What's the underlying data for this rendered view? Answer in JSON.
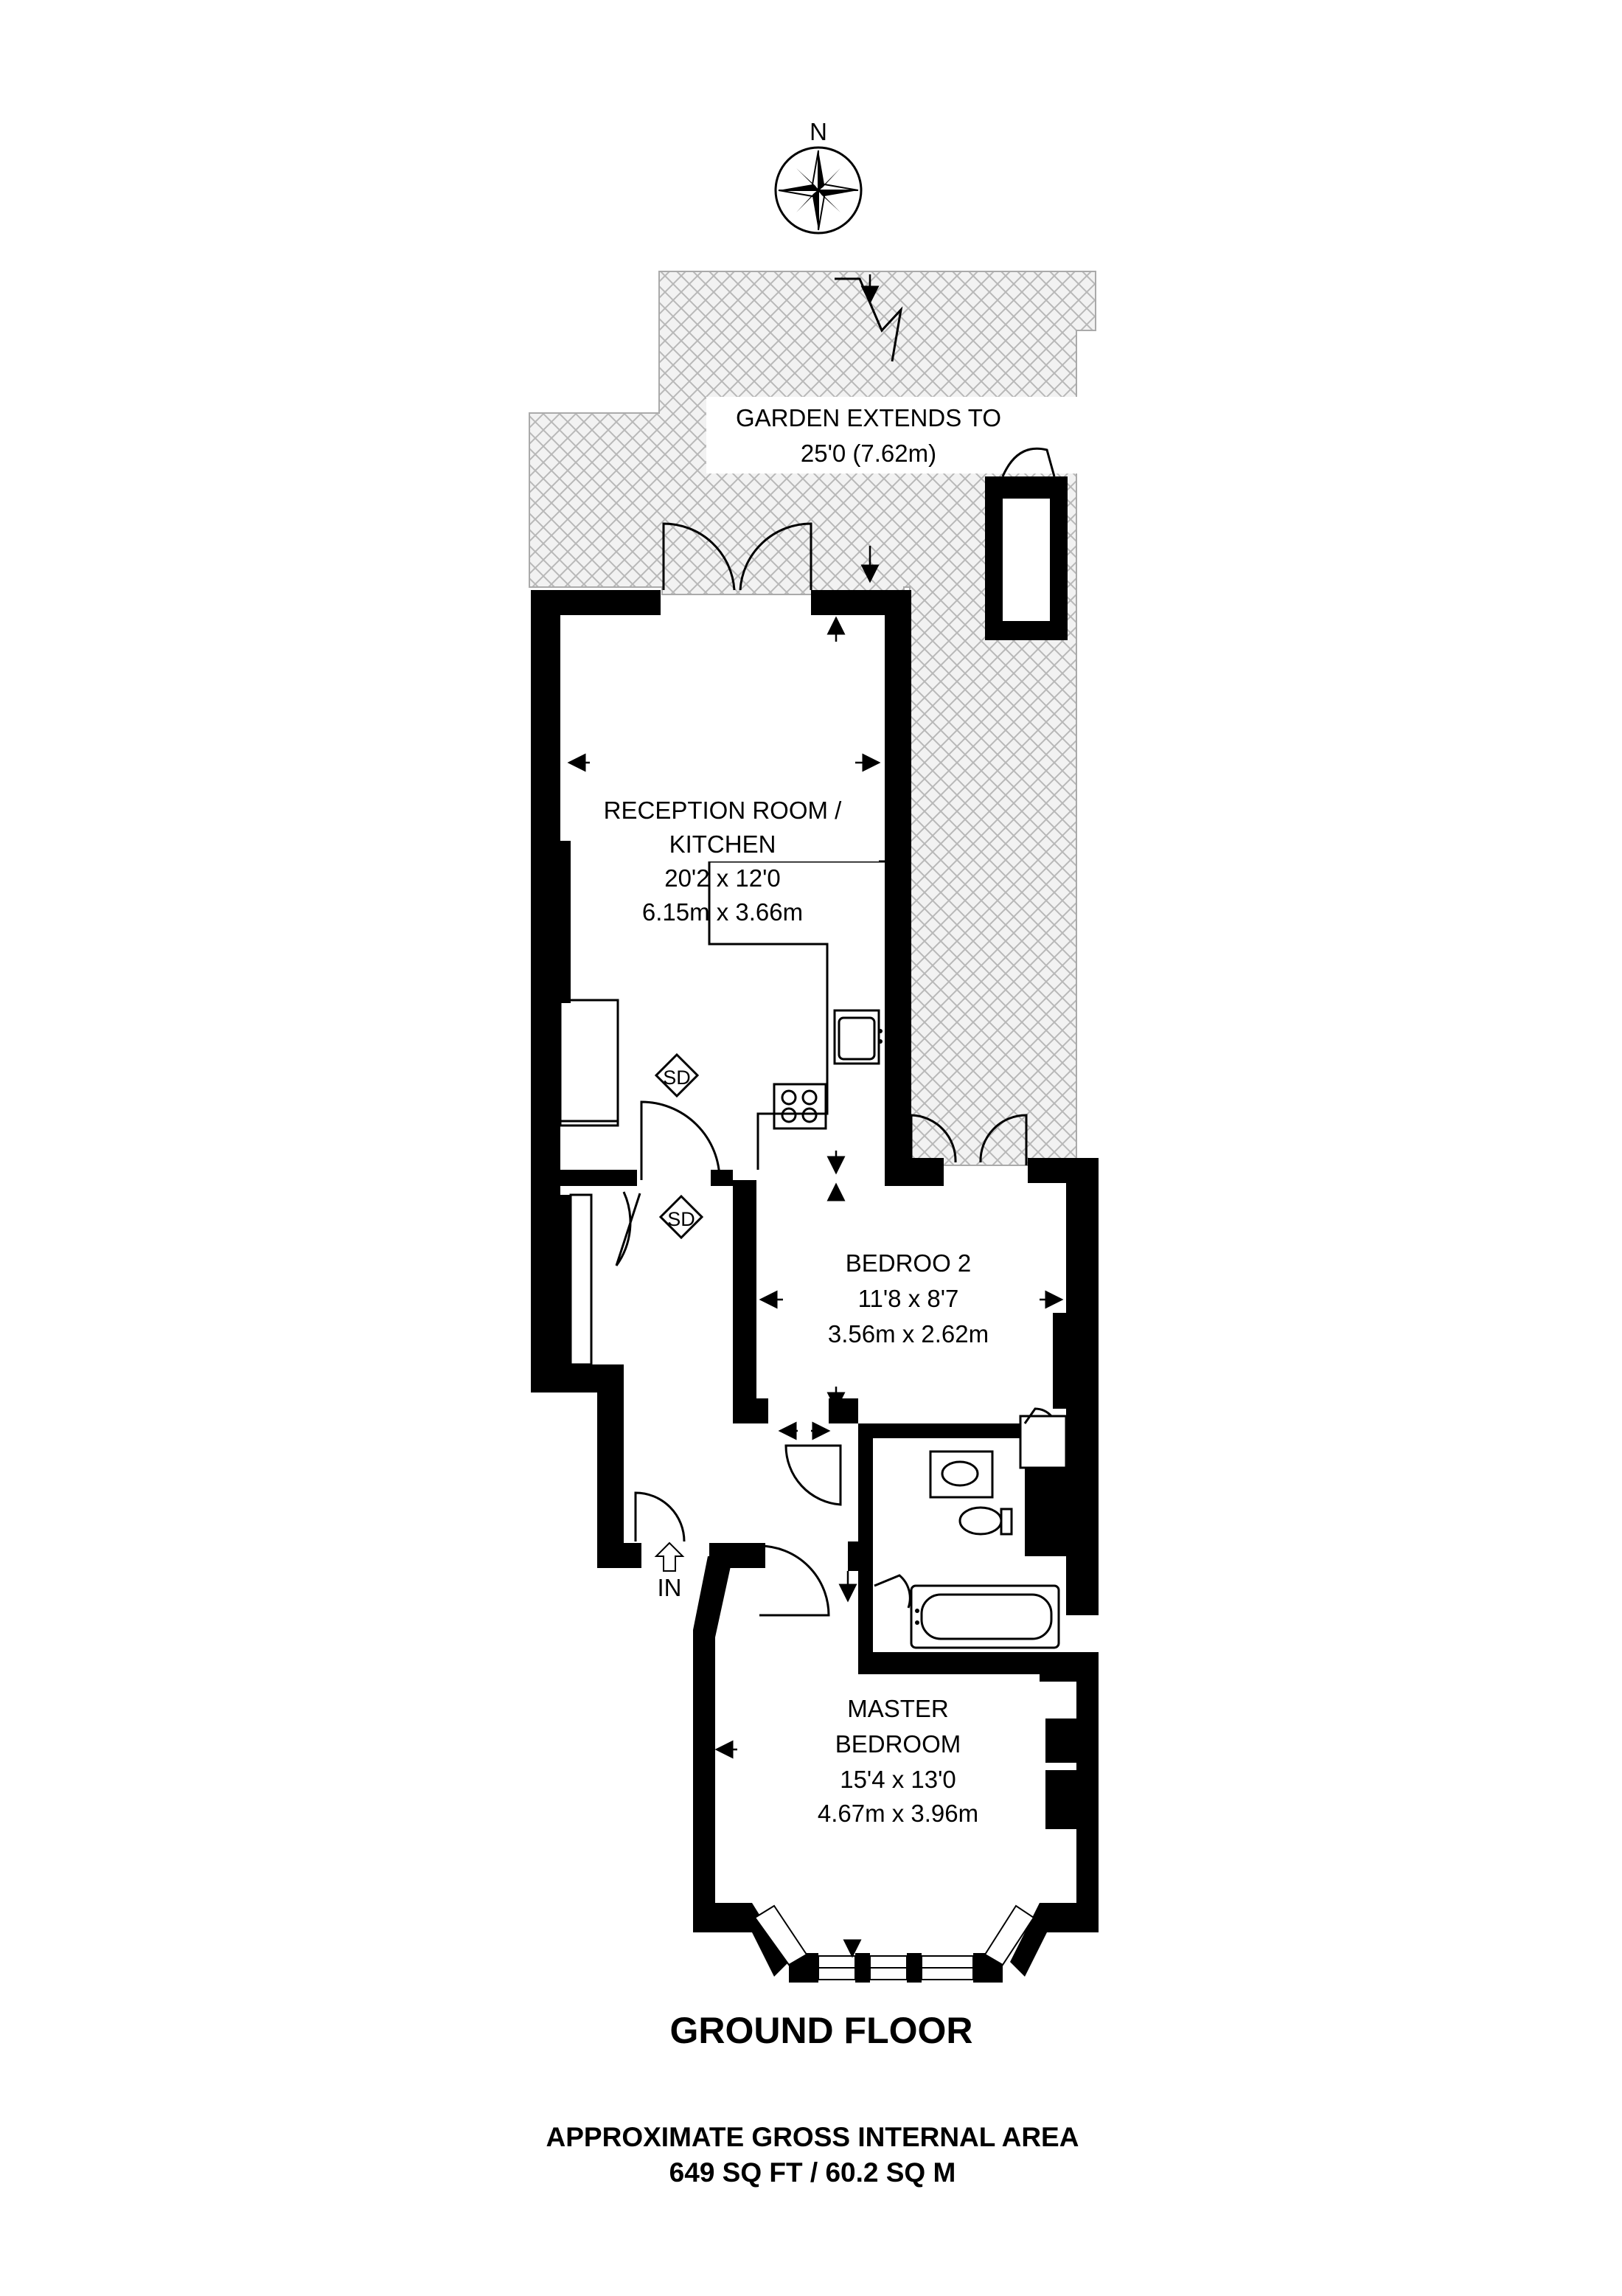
{
  "compass": {
    "label": "N",
    "icon": "compass-rose-icon"
  },
  "garden": {
    "line1": "GARDEN EXTENDS TO",
    "line2": "25'0 (7.62m)"
  },
  "rooms": {
    "reception": {
      "name1": "RECEPTION ROOM /",
      "name2": "KITCHEN",
      "imperial": "20'2 x 12'0",
      "metric": "6.15m x 3.66m"
    },
    "bedroom2": {
      "name1": "BEDROO 2",
      "imperial": "11'8 x 8'7",
      "metric": "3.56m x 2.62m"
    },
    "master": {
      "name1": "MASTER",
      "name2": "BEDROOM",
      "imperial": "15'4 x 13'0",
      "metric": "4.67m x 3.96m"
    }
  },
  "symbols": {
    "smoke_detector": "SD",
    "entrance": "IN"
  },
  "floor": {
    "title": "GROUND FLOOR"
  },
  "area": {
    "line1": "APPROXIMATE GROSS INTERNAL AREA",
    "line2": "649 SQ FT / 60.2 SQ M"
  }
}
